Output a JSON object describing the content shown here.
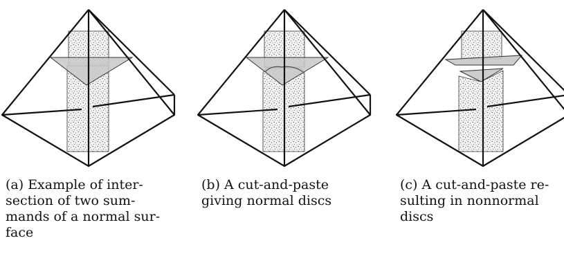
{
  "figures": [
    {
      "id": "a",
      "caption": "(a) Example of intersection of two summands of a normal surface",
      "caption_lines": [
        "(a) Example of inter-",
        "section of two sum-",
        "mands of a normal sur-",
        "face"
      ]
    },
    {
      "id": "b",
      "caption": "(b) A cut-and-paste giving normal discs",
      "caption_lines": [
        "(b) A cut-and-paste",
        "giving normal discs"
      ]
    },
    {
      "id": "c",
      "caption": "(c) A cut-and-paste resulting in nonnormal discs",
      "caption_lines": [
        "(c) A cut-and-paste re-",
        "sulting in nonnormal",
        "discs"
      ]
    }
  ],
  "colors": {
    "edge": "#111111",
    "disc_fill": "#c8c8c8",
    "stipple_fill": "#f4f4f4",
    "dot": "#333333"
  }
}
